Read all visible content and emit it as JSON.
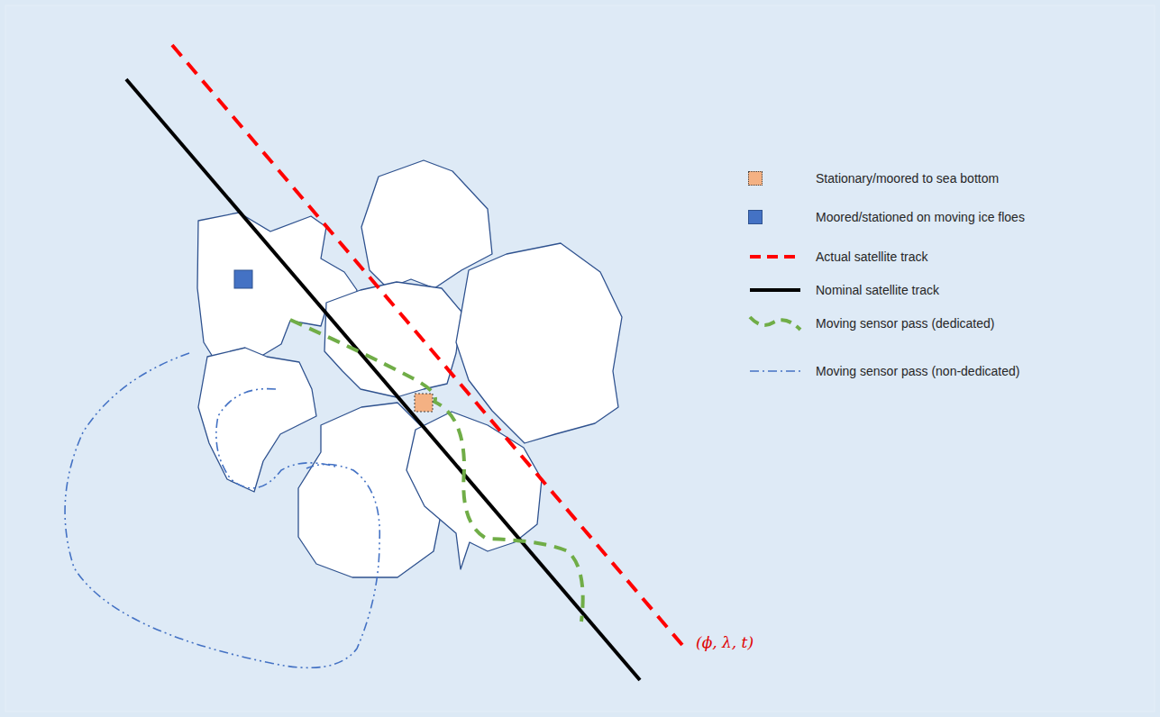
{
  "diagram": {
    "labels": [
      "(ϕ, λ, t)"
    ],
    "legend": [
      {
        "text": "Stationary/moored to sea bottom",
        "color": "#f4b183"
      },
      {
        "text": "Moored/stationed on moving ice floes",
        "color": "#4472c4"
      },
      {
        "text": "Actual satellite track"
      },
      {
        "text": "Nominal satellite track"
      },
      {
        "text": "Moving sensor pass (dedicated)"
      },
      {
        "text": "Moving sensor pass (non-dedicated)"
      }
    ]
  }
}
